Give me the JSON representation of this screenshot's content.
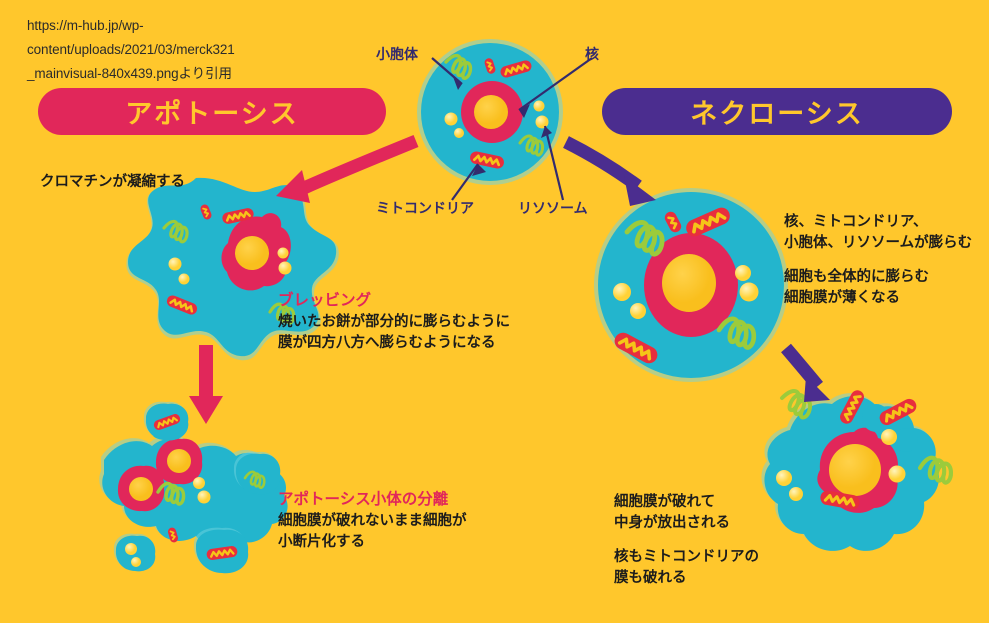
{
  "page": {
    "background_color": "#ffc72c",
    "source_citation": "https://m-hub.jp/wp-\ncontent/uploads/2021/03/merck321\n_mainvisual-840x439.pngより引用"
  },
  "colors": {
    "background": "#ffc72c",
    "apoptosis_accent": "#e1275a",
    "necrosis_accent": "#4b2d8f",
    "cytoplasm": "#23b5cd",
    "nucleus": "#e1275a",
    "nucleolus": "#ffc72c",
    "mitochondria_outer": "#e82e3d",
    "mitochondria_inner": "#f5c518",
    "endoplasmic_reticulum": "#9ccb3b",
    "lysosome": "#ffd84d",
    "label_text": "#332b6e",
    "body_text": "#1c1c1c"
  },
  "headers": {
    "apoptosis": "アポトーシス",
    "necrosis": "ネクローシス"
  },
  "central_cell": {
    "name": "normal-cell",
    "callouts": {
      "endoplasmic_reticulum": "小胞体",
      "nucleus": "核",
      "mitochondria": "ミトコンドリア",
      "lysosome": "リソソーム"
    }
  },
  "apoptosis_path": {
    "step1": {
      "label": "クロマチンが凝縮する",
      "cell_name": "blebbing-cell"
    },
    "step2": {
      "heading": "ブレッビング",
      "body": "焼いたお餅が部分的に膨らむように\n膜が四方八方へ膨らむようになる"
    },
    "step3": {
      "heading": "アポトーシス小体の分離",
      "body": "細胞膜が破れないまま細胞が\n小断片化する",
      "cell_name": "apoptotic-bodies"
    }
  },
  "necrosis_path": {
    "step1": {
      "paragraph1": "核、ミトコンドリア、\n小胞体、リソソームが膨らむ",
      "paragraph2": "細胞も全体的に膨らむ\n細胞膜が薄くなる",
      "cell_name": "swollen-cell"
    },
    "step2": {
      "paragraph1": "細胞膜が破れて\n中身が放出される",
      "paragraph2": "核もミトコンドリアの\n膜も破れる",
      "cell_name": "ruptured-cell"
    }
  },
  "arrows": [
    {
      "name": "arrow-to-apoptosis",
      "color": "#e1275a",
      "direction": "down-left"
    },
    {
      "name": "arrow-to-necrosis",
      "color": "#4b2d8f",
      "direction": "down-right"
    },
    {
      "name": "arrow-apoptosis-step",
      "color": "#e1275a",
      "direction": "down"
    },
    {
      "name": "arrow-necrosis-step",
      "color": "#4b2d8f",
      "direction": "down-right"
    }
  ]
}
